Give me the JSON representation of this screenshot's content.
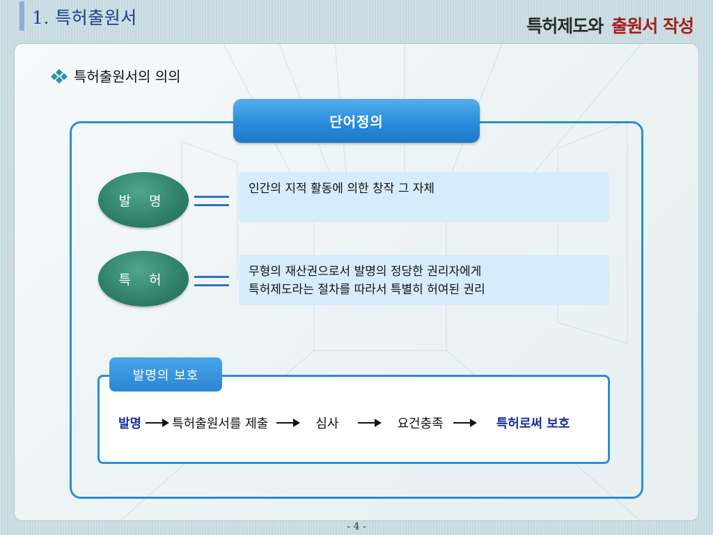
{
  "header": {
    "title": "1. 특허출원서",
    "right_title_1": "특허제도와",
    "right_title_2": "출원서 작성"
  },
  "section": {
    "heading": "특허출원서의 의의"
  },
  "definition_tab": "단어정의",
  "terms": [
    {
      "term": "발 명",
      "definition_lines": [
        "인간의 지적 활동에 의한 창작 그 자체"
      ]
    },
    {
      "term": "특 허",
      "definition_lines": [
        "무형의 재산권으로서 발명의 정당한 권리자에게",
        "특허제도라는 절차를 따라서 특별히 허여된 권리"
      ]
    }
  ],
  "protection": {
    "tab_label": "발명의 보호",
    "flow": [
      "발명",
      "특허출원서를 제출",
      "심사",
      "요건충족",
      "특허로써 보호"
    ]
  },
  "footer": {
    "page_number": "- 4 -"
  },
  "colors": {
    "accent_blue": "#2a8ed6",
    "oval_green": "#2f7f6a",
    "definition_bg": "#d7ecfb",
    "title_blue": "#1f3d8a",
    "title_red": "#a21d1d"
  },
  "icons": {
    "heading_bullet": "diamond-cluster-icon"
  }
}
